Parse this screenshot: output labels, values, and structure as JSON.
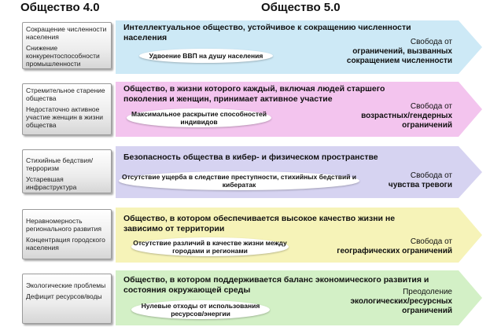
{
  "headers": {
    "left": "Общество 4.0",
    "right": "Общество 5.0"
  },
  "rows": [
    {
      "left": [
        "Сокращение численности населения",
        "Снижение конкурентоспособности промышленности"
      ],
      "main": "Интеллектуальное общество, устойчивое к сокращению численности населения",
      "pill": "Удвоение ВВП на душу населения",
      "right_intro": "Свобода от",
      "right_bold": "ограничений, вызванных сокращением численности",
      "color": "#cde9f6"
    },
    {
      "left": [
        "Стремительное старение общества",
        "Недостаточно активное участие женщин в жизни общества"
      ],
      "main": "Общество, в жизни которого каждый, включая людей старшего поколения и женщин, принимает активное участие",
      "pill": "Максимальное раскрытие способностей индивидов",
      "right_intro": "Свобода от",
      "right_bold": "возрастных/гендерных ограничений",
      "color": "#f3c4ee"
    },
    {
      "left": [
        "Стихийные бедствия/терроризм",
        "Устаревшая инфраструктура"
      ],
      "main": "Безопасность общества в кибер- и физическом пространстве",
      "pill": "Отсутствие ущерба в следствие преступности, стихийных бедствий и кибератак",
      "right_intro": "Свобода от",
      "right_bold": "чувства тревоги",
      "color": "#d6d3f1"
    },
    {
      "left": [
        "Неравномерность регионального развития",
        "Концентрация городского населения"
      ],
      "main": "Общество, в котором обеспечивается высокое качество жизни не зависимо от территории",
      "pill": "Отсутствие различий в качестве жизни между городами и регионами",
      "right_intro": "Свобода от",
      "right_bold": "географических ограничений",
      "color": "#f6f3b8"
    },
    {
      "left": [
        "Экологические проблемы",
        "Дефицит ресурсов/воды"
      ],
      "main": "Общество, в котором поддерживается баланс экономического развития и состояния окружающей среды",
      "pill": "Нулевые отходы от использования ресурсов/энергии",
      "right_intro": "Преодоление",
      "right_bold": "экологических/ресурсных ограничений",
      "color": "#d3f0c6"
    }
  ]
}
